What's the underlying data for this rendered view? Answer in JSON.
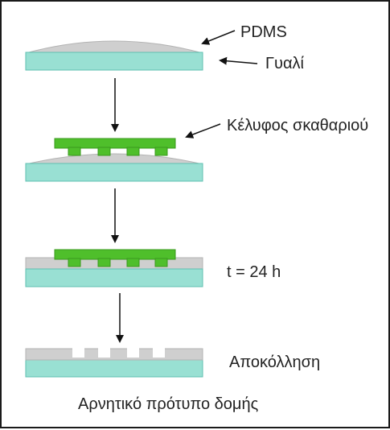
{
  "labels": {
    "pdms": "PDMS",
    "glass": "Γυαλί",
    "beetle_shell": "Κέλυφος σκαθαριού",
    "time": "t = 24 h",
    "detachment": "Αποκόλληση",
    "caption": "Αρνητικό πρότυπο δομής"
  },
  "colors": {
    "glass": "#99e0d3",
    "glass_edge": "#5fbfb0",
    "pdms": "#cfcfcf",
    "pdms_edge": "#b3b3b3",
    "shell": "#4fbf2b",
    "shell_edge": "#3a9a1e",
    "arrow": "#111111",
    "text": "#222222"
  }
}
